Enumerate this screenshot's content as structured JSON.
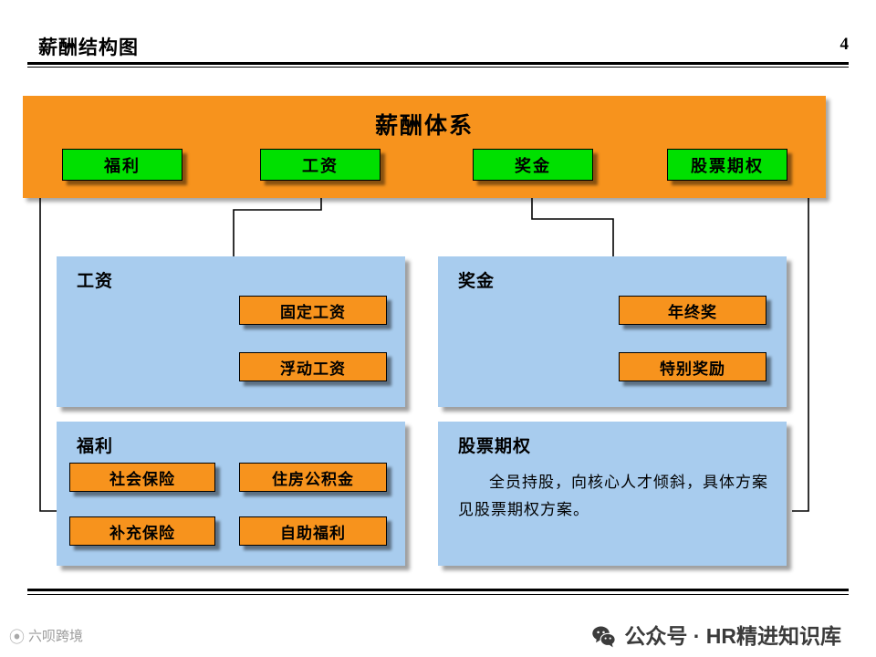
{
  "header": {
    "title": "薪酬结构图",
    "page_number": "4"
  },
  "diagram": {
    "banner": {
      "title": "薪酬体系",
      "color": "#F7931D",
      "chips": [
        {
          "label": "福利"
        },
        {
          "label": "工资"
        },
        {
          "label": "奖金"
        },
        {
          "label": "股票期权"
        }
      ],
      "chip_color": "#00E000"
    },
    "panels": [
      {
        "title": "工资",
        "items": [
          {
            "label": "固定工资"
          },
          {
            "label": "浮动工资"
          }
        ]
      },
      {
        "title": "奖金",
        "items": [
          {
            "label": "年终奖"
          },
          {
            "label": "特别奖励"
          }
        ]
      },
      {
        "title": "福利",
        "items": [
          {
            "label": "社会保险"
          },
          {
            "label": "住房公积金"
          },
          {
            "label": "补充保险"
          },
          {
            "label": "自助福利"
          }
        ]
      },
      {
        "title": "股票期权",
        "text": "全员持股，向核心人才倾斜，具体方案见股票期权方案。"
      }
    ],
    "panel_color": "#A8CCEE",
    "item_color": "#F7931D"
  },
  "footer": {
    "watermark": "六呗跨境",
    "account": "公众号 · HR精进知识库"
  }
}
